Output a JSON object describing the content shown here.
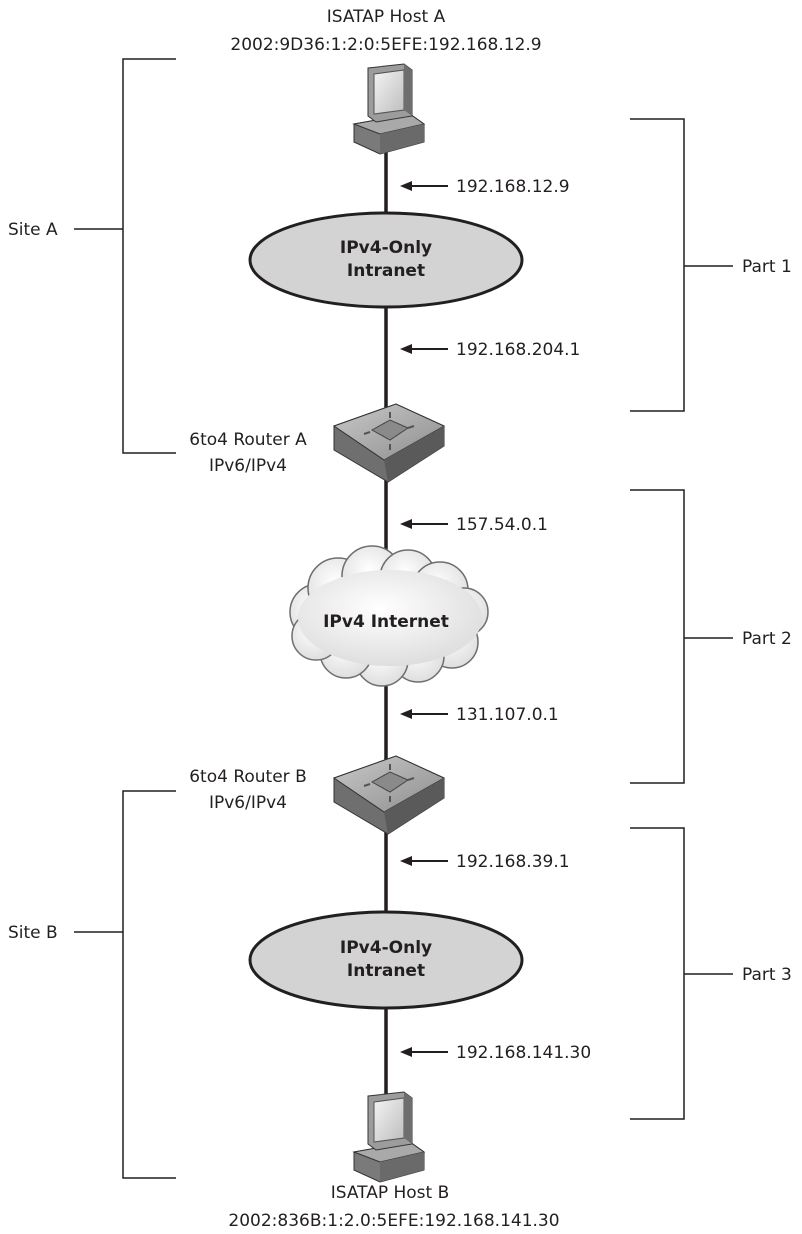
{
  "hosts": {
    "host_a": {
      "name": "ISATAP Host A",
      "address": "2002:9D36:1:2:0:5EFE:192.168.12.9"
    },
    "host_b": {
      "name": "ISATAP Host B",
      "address": "2002:836B:1:2.0:5EFE:192.168.141.30"
    }
  },
  "routers": {
    "router_a": {
      "name": "6to4 Router A",
      "protocol": "IPv6/IPv4"
    },
    "router_b": {
      "name": "6to4 Router B",
      "protocol": "IPv6/IPv4"
    }
  },
  "networks": {
    "intranet_a": {
      "line1": "IPv4-Only",
      "line2": "Intranet"
    },
    "internet": {
      "label": "IPv4 Internet"
    },
    "intranet_b": {
      "line1": "IPv4-Only",
      "line2": "Intranet"
    }
  },
  "addresses": {
    "a1": "192.168.12.9",
    "a2": "192.168.204.1",
    "a3": "157.54.0.1",
    "a4": "131.107.0.1",
    "a5": "192.168.39.1",
    "a6": "192.168.141.30"
  },
  "sites": {
    "site_a": "Site A",
    "site_b": "Site B"
  },
  "parts": {
    "part1": "Part 1",
    "part2": "Part 2",
    "part3": "Part 3"
  },
  "colors": {
    "ink": "#231f20",
    "network_fill": "#d3d3d3",
    "device_gray": "#8c8c8c"
  }
}
